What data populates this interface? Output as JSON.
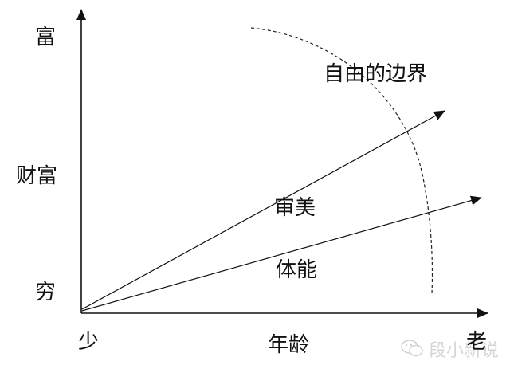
{
  "diagram": {
    "y_axis": {
      "label": "财富",
      "top_label": "富",
      "bottom_label": "穷"
    },
    "x_axis": {
      "label": "年龄",
      "left_label": "少",
      "right_label": "老"
    },
    "arrows": [
      {
        "label": "审美",
        "from": [
          103,
          389
        ],
        "to": [
          558,
          139
        ]
      },
      {
        "label": "体能",
        "from": [
          103,
          389
        ],
        "to": [
          604,
          248
        ]
      }
    ],
    "boundary": {
      "label": "自由的边界",
      "style": "dashed-arc"
    },
    "watermark": {
      "icon": "wechat-icon",
      "text": "段小新说"
    },
    "colors": {
      "line": "#111111",
      "background": "#ffffff",
      "watermark": "#d6d6d6"
    }
  }
}
